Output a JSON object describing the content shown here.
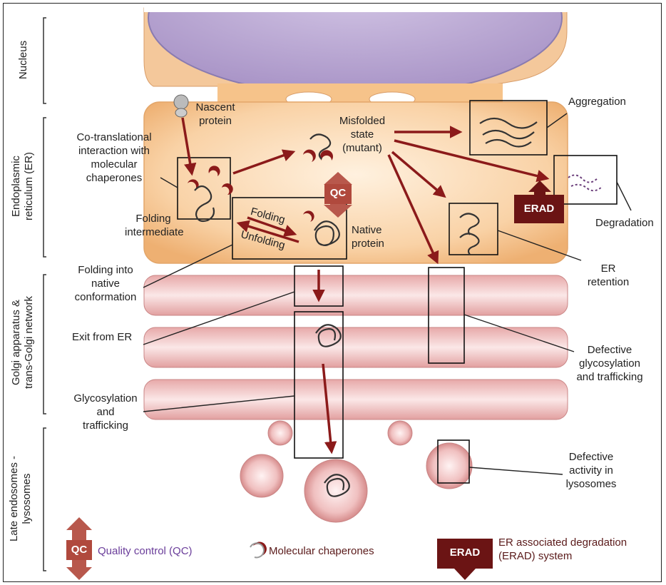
{
  "compartments": {
    "nucleus": "Nucleus",
    "er": "Endoplasmic\nreticulum (ER)",
    "golgi": "Golgi apparatus &\ntrans-Golgi network",
    "lysosomes": "Late endosomes -\nlysosomes"
  },
  "labels": {
    "nascent_protein": "Nascent\nprotein",
    "co_translational": "Co-translational\ninteraction with\nmolecular\nchaperones",
    "folding_intermediate": "Folding\nintermediate",
    "misfolded_state": "Misfolded\nstate\n(mutant)",
    "aggregation": "Aggregation",
    "degradation": "Degradation",
    "folding": "Folding",
    "unfolding": "Unfolding",
    "native_protein": "Native\nprotein",
    "er_retention": "ER\nretention",
    "folding_native_conformation": "Folding into\nnative\nconformation",
    "exit_from_er": "Exit from ER",
    "glycosylation_trafficking": "Glycosylation\nand\ntrafficking",
    "defective_glycosylation": "Defective\nglycosylation\nand trafficking",
    "defective_activity": "Defective\nactivity in\nlysosomes"
  },
  "badges": {
    "qc": "QC",
    "erad": "ERAD"
  },
  "legend": {
    "qc_badge": "QC",
    "qc_text": "Quality control (QC)",
    "chaperones_text": "Molecular chaperones",
    "erad_badge": "ERAD",
    "erad_text": "ER associated degradation\n(ERAD) system"
  },
  "colors": {
    "arrow": "#8b1a1a",
    "erad": "#6b1414",
    "qc": "#b8584c",
    "nucleus": "#b5a3cf",
    "er": "#f6c38a",
    "golgi": "#e8b0b0",
    "legend_qc_text": "#6a3d9a",
    "legend_text": "#5a1a1a"
  }
}
